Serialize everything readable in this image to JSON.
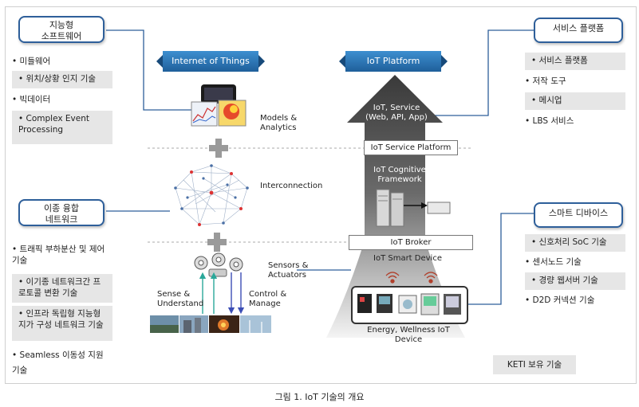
{
  "left": {
    "callout1": [
      "지능형",
      "소프트웨어"
    ],
    "items1": [
      "• 미들웨어",
      "• 위치/상황 인지 기술",
      "• 빅데이터",
      "• Complex Event Processing"
    ],
    "callout2": [
      "이종 융합",
      "네트워크"
    ],
    "items2": [
      "• 트래픽 부하분산 및 제어 기술",
      "• 이기종 네트워크간 프로토콜 변환 기술",
      "• 인프라 독립형 지능형 지가 구성 네트워크 기술",
      "• Seamless 이동성 지원 기술"
    ]
  },
  "center": {
    "ribbon_left": "Internet of Things",
    "models_label": [
      "Models &",
      "Analytics"
    ],
    "interconnection_label": "Interconnection",
    "sense_label": [
      "Sense &",
      "Understand"
    ],
    "control_label": [
      "Control &",
      "Manage"
    ],
    "sensors_label": [
      "Sensors &",
      "Actuators"
    ]
  },
  "platform": {
    "ribbon_right": "IoT Platform",
    "service": [
      "IoT, Service",
      "(Web, API, App)"
    ],
    "service_platform": "IoT Service Platform",
    "cognitive": [
      "IoT Cognitive",
      "Framework"
    ],
    "broker": "IoT Broker",
    "smart_device": "IoT Smart Device",
    "energy_device": "Energy, Wellness IoT Device"
  },
  "right": {
    "callout1": "서비스 플랫폼",
    "items1": [
      "• 서비스 플랫폼",
      "• 저작 도구",
      "• 메시업",
      "• LBS 서비스"
    ],
    "callout2": "스마트 디바이스",
    "items2": [
      "• 신호처리 SoC 기술",
      "• 센서노드 기술",
      "• 경량 웹서버 기술",
      "• D2D 커넥션 기술"
    ],
    "keti": "KETI 보유 기술"
  },
  "caption": "그림 1. IoT 기술의 개요",
  "colors": {
    "accent": "#2e5f9a",
    "ribbon": "#2b78bd",
    "gray_box": "#e6e6e6"
  }
}
